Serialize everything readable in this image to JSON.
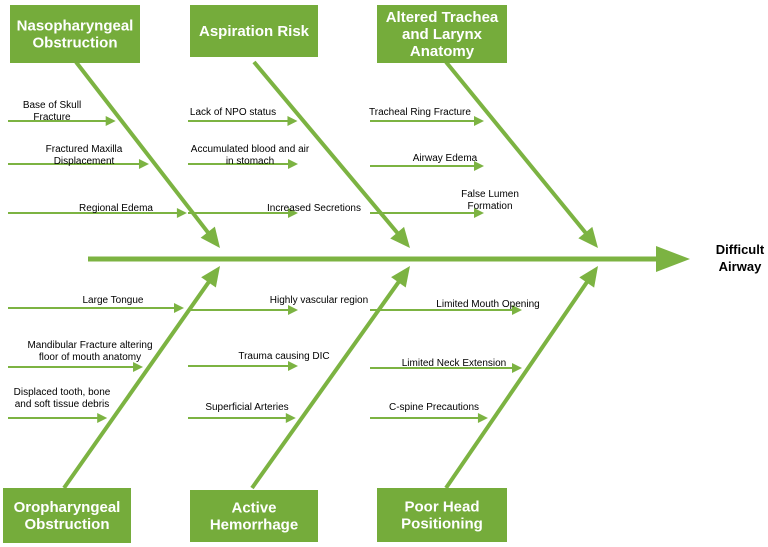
{
  "colors": {
    "green": "#75AC3B",
    "arrow": "#7CB342",
    "text": "#000000",
    "box_text": "#ffffff"
  },
  "effect": {
    "label_lines": [
      "Difficult",
      "Airway"
    ]
  },
  "categories": [
    {
      "id": "nasopharyngeal",
      "lines": [
        "Nasopharyngeal",
        "Obstruction"
      ],
      "causes": [
        {
          "lines": [
            "Base of Skull",
            "Fracture"
          ]
        },
        {
          "lines": [
            "Fractured Maxilla",
            "Displacement"
          ]
        },
        {
          "lines": [
            "Regional Edema"
          ]
        }
      ]
    },
    {
      "id": "aspiration",
      "lines": [
        "Aspiration Risk"
      ],
      "causes": [
        {
          "lines": [
            "Lack of NPO status"
          ]
        },
        {
          "lines": [
            "Accumulated blood and air",
            "in stomach"
          ]
        },
        {
          "lines": [
            "Increased Secretions"
          ]
        }
      ]
    },
    {
      "id": "trachea",
      "lines": [
        "Altered Trachea",
        "and Larynx",
        "Anatomy"
      ],
      "causes": [
        {
          "lines": [
            "Tracheal Ring Fracture"
          ]
        },
        {
          "lines": [
            "Airway Edema"
          ]
        },
        {
          "lines": [
            "False Lumen",
            "Formation"
          ]
        }
      ]
    },
    {
      "id": "oropharyngeal",
      "lines": [
        "Oropharyngeal",
        "Obstruction"
      ],
      "causes": [
        {
          "lines": [
            "Large Tongue"
          ]
        },
        {
          "lines": [
            "Mandibular Fracture altering",
            "floor of mouth anatomy"
          ]
        },
        {
          "lines": [
            "Displaced tooth, bone",
            "and soft tissue debris"
          ]
        }
      ]
    },
    {
      "id": "hemorrhage",
      "lines": [
        "Active",
        "Hemorrhage"
      ],
      "causes": [
        {
          "lines": [
            "Highly vascular region"
          ]
        },
        {
          "lines": [
            "Trauma causing DIC"
          ]
        },
        {
          "lines": [
            "Superficial Arteries"
          ]
        }
      ]
    },
    {
      "id": "head_positioning",
      "lines": [
        "Poor Head",
        "Positioning"
      ],
      "causes": [
        {
          "lines": [
            "Limited Mouth Opening"
          ]
        },
        {
          "lines": [
            "Limited Neck Extension"
          ]
        },
        {
          "lines": [
            "C-spine Precautions"
          ]
        }
      ]
    }
  ]
}
